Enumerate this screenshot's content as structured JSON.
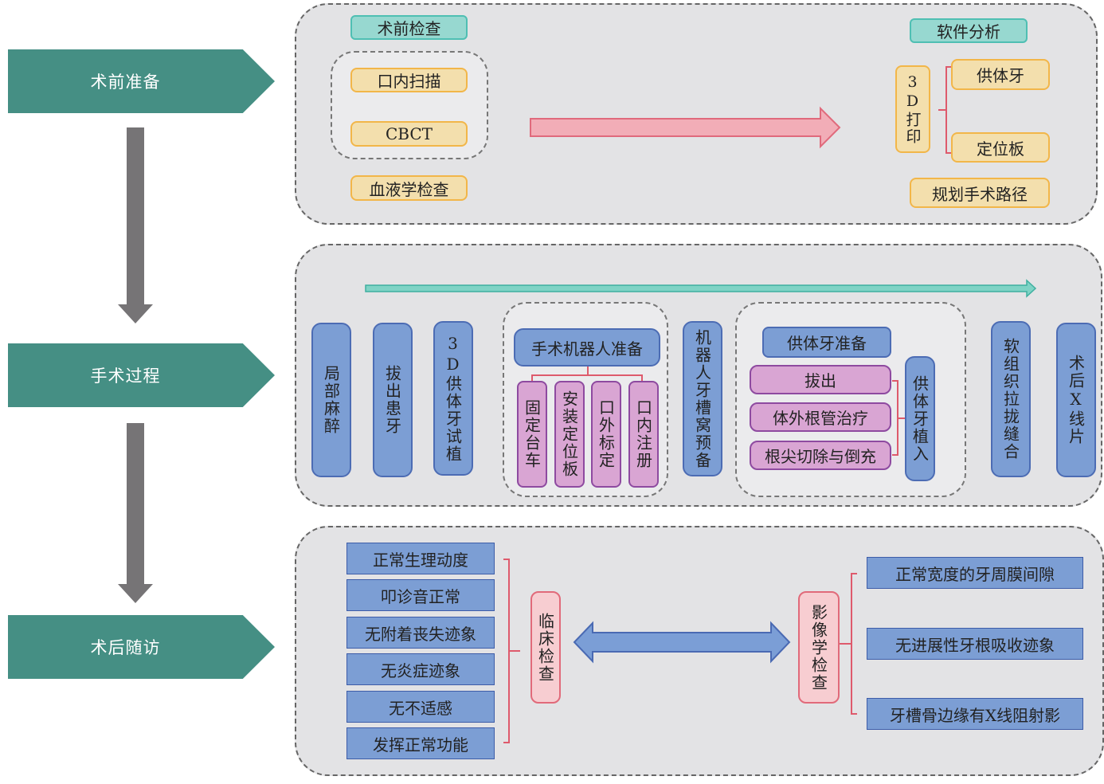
{
  "stages": [
    {
      "label": "术前准备"
    },
    {
      "label": "手术过程"
    },
    {
      "label": "术后随访"
    }
  ],
  "preop": {
    "exam_title": "术前检查",
    "exam_items": [
      "口内扫描",
      "CBCT",
      "血液学检查"
    ],
    "analysis_title": "软件分析",
    "print_label": "3D打印",
    "print_items": [
      "供体牙",
      "定位板"
    ],
    "plan_label": "规划手术路径"
  },
  "surgery": {
    "steps_left": [
      "局部麻醉",
      "拔出患牙",
      "3D供体牙试植"
    ],
    "robot_title": "手术机器人准备",
    "robot_items": [
      "固定台车",
      "安装定位板",
      "口外标定",
      "口内注册"
    ],
    "socket_prep": "机器人牙槽窝预备",
    "donor_title": "供体牙准备",
    "donor_items": [
      "拔出",
      "体外根管治疗",
      "根尖切除与倒充"
    ],
    "donor_implant": "供体牙植入",
    "steps_right": [
      "软组织拉拢缝合",
      "术后X线片"
    ]
  },
  "followup": {
    "clinical_items": [
      "正常生理动度",
      "叩诊音正常",
      "无附着丧失迹象",
      "无炎症迹象",
      "无不适感",
      "发挥正常功能"
    ],
    "clinical_label": "临床检查",
    "imaging_label": "影像学检查",
    "imaging_items": [
      "正常宽度的牙周膜间隙",
      "无进展性牙根吸收迹象",
      "牙槽骨边缘有X线阻射影"
    ]
  },
  "colors": {
    "stage": "#458f84",
    "arrow_gray": "#767476",
    "teal_box": "#97d8d0",
    "yellow_box": "#f3dfad",
    "blue_box": "#7c9ed4",
    "purple_box": "#d9a5d3",
    "pink_box": "#f7cdd1",
    "panel_bg": "#e3e3e5"
  }
}
